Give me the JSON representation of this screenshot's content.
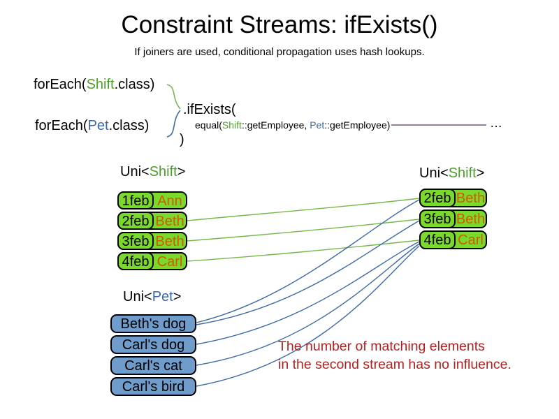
{
  "slide": {
    "title": "Constraint Streams: ifExists()",
    "subtitle": "If joiners are used, conditional propagation uses hash lookups."
  },
  "code": {
    "foreach_shift": {
      "prefix": "forEach(",
      "class_name": "Shift",
      "suffix": ".class)"
    },
    "foreach_pet": {
      "prefix": "forEach(",
      "class_name": "Pet",
      "suffix": ".class)"
    },
    "if_exists": ".ifExists(",
    "equal": {
      "prefix": "equal(",
      "shift": "Shift",
      "mid": "::getEmployee, ",
      "pet": "Pet",
      "suffix": "::getEmployee)"
    },
    "ellipsis": "…",
    "close_paren": ")"
  },
  "left_shift_table": {
    "label": {
      "prefix": "Uni<",
      "type": "Shift",
      "suffix": ">"
    },
    "rows": [
      {
        "date": "1feb",
        "name": "Ann"
      },
      {
        "date": "2feb",
        "name": "Beth"
      },
      {
        "date": "3feb",
        "name": "Beth"
      },
      {
        "date": "4feb",
        "name": "Carl"
      }
    ]
  },
  "right_shift_table": {
    "label": {
      "prefix": "Uni<",
      "type": "Shift",
      "suffix": ">"
    },
    "rows": [
      {
        "date": "2feb",
        "name": "Beth"
      },
      {
        "date": "3feb",
        "name": "Beth"
      },
      {
        "date": "4feb",
        "name": "Carl"
      }
    ]
  },
  "pet_table": {
    "label": {
      "prefix": "Uni<",
      "type": "Pet",
      "suffix": ">"
    },
    "rows": [
      {
        "name": "Beth's dog"
      },
      {
        "name": "Carl's dog"
      },
      {
        "name": "Carl's cat"
      },
      {
        "name": "Carl's bird"
      }
    ]
  },
  "annotation": {
    "line1": "The number of matching elements",
    "line2": "in the second stream has no influence."
  },
  "colors": {
    "box_green": "#7bd92e",
    "box_blue": "#6f9ccb",
    "text_orange": "#ce5c00",
    "text_green": "#4c9f28",
    "text_blue": "#3a68b0",
    "line_green": "#77b74a",
    "line_blue": "#3c6ba5",
    "line_purple": "#6b5680",
    "annotation_red": "#b12121"
  }
}
